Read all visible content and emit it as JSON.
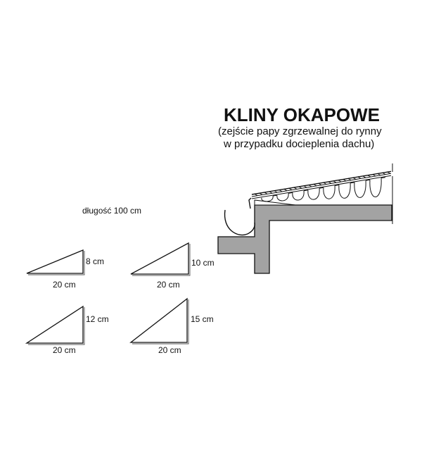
{
  "title": "KLINY OKAPOWE",
  "subtitle_line1": "(zejście papy zgrzewalnej do rynny",
  "subtitle_line2": "w przypadku docieplenia dachu)",
  "length_label": "długość 100 cm",
  "wedges": [
    {
      "height_label": "8 cm",
      "width_label": "20 cm"
    },
    {
      "height_label": "10 cm",
      "width_label": "20 cm"
    },
    {
      "height_label": "12 cm",
      "width_label": "20 cm"
    },
    {
      "height_label": "15 cm",
      "width_label": "20 cm"
    }
  ],
  "colors": {
    "concrete": "#a3a3a3",
    "line": "#111111",
    "background": "#ffffff"
  }
}
